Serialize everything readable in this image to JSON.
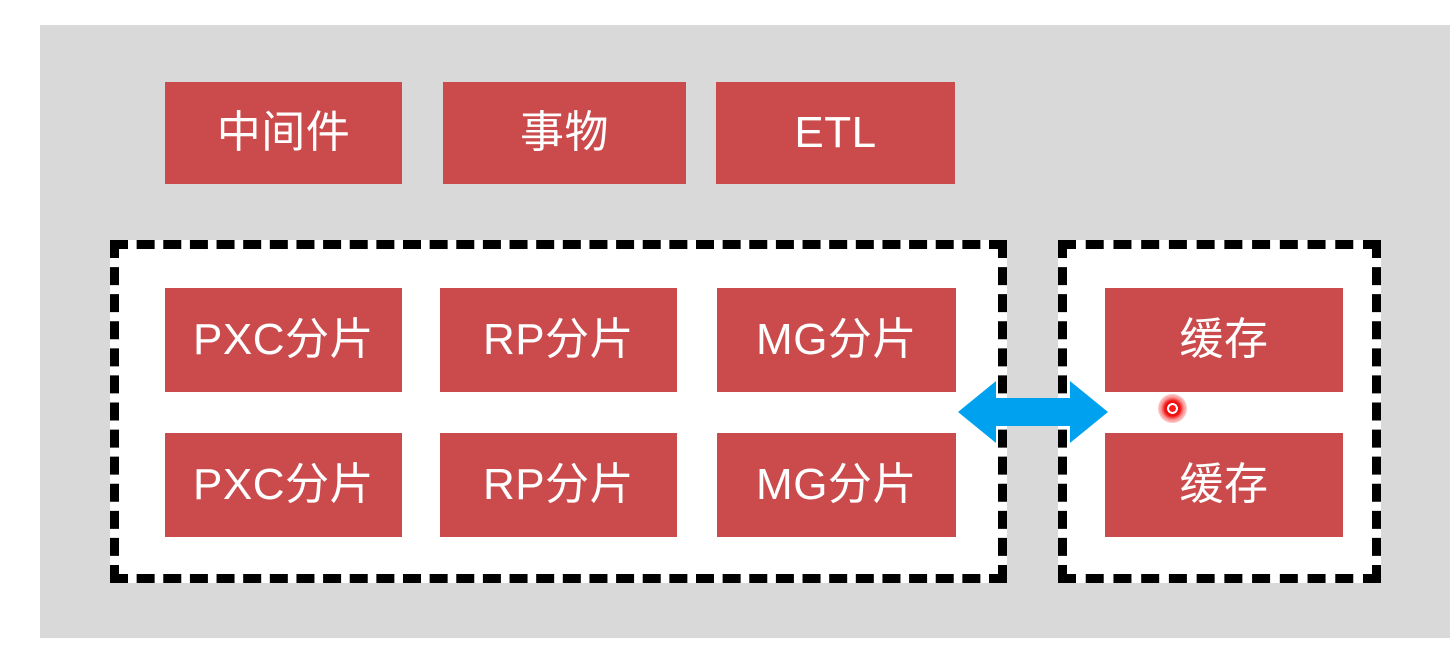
{
  "slide": {
    "background_color": "#ffffff",
    "panel_color": "#d9d9d9",
    "box_color": "#cb4b4d",
    "box_text_color": "#ffffff",
    "arrow_color": "#00a2ef",
    "dashed_border_color": "#000000",
    "group_fill_color": "#ffffff",
    "cursor_color": "#ff1a1a"
  },
  "top_row": {
    "boxes": [
      {
        "label": "中间件"
      },
      {
        "label": "事物"
      },
      {
        "label": "ETL"
      }
    ]
  },
  "groups": {
    "shards": {
      "rows": [
        {
          "boxes": [
            {
              "label": "PXC分片"
            },
            {
              "label": "RP分片"
            },
            {
              "label": "MG分片"
            }
          ]
        },
        {
          "boxes": [
            {
              "label": "PXC分片"
            },
            {
              "label": "RP分片"
            },
            {
              "label": "MG分片"
            }
          ]
        }
      ]
    },
    "cache": {
      "rows": [
        {
          "boxes": [
            {
              "label": "缓存"
            }
          ]
        },
        {
          "boxes": [
            {
              "label": "缓存"
            }
          ]
        }
      ]
    }
  },
  "connector": {
    "icon": "double-arrow-horizontal-icon"
  },
  "cursor": {
    "icon": "cursor-dot-icon"
  }
}
